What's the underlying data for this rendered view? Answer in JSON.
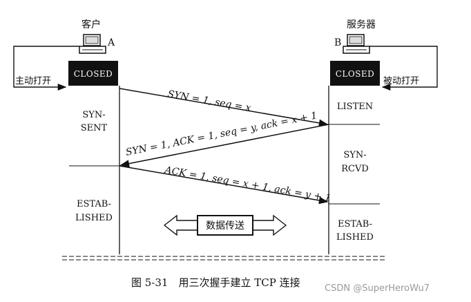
{
  "client": {
    "title": "客户",
    "host_label": "A",
    "state_box": "CLOSED",
    "open_label": "主动打开",
    "state_syn_sent": [
      "SYN-",
      "SENT"
    ],
    "state_established": [
      "ESTAB-",
      "LISHED"
    ]
  },
  "server": {
    "title": "服务器",
    "host_label": "B",
    "state_box": "CLOSED",
    "open_label": "被动打开",
    "state_listen": "LISTEN",
    "state_syn_rcvd": [
      "SYN-",
      "RCVD"
    ],
    "state_established": [
      "ESTAB-",
      "LISHED"
    ]
  },
  "messages": {
    "m1": "SYN = 1, seq = x",
    "m2": "SYN = 1, ACK = 1, seq = y, ack = x + 1",
    "m3": "ACK = 1, seq = x + 1, ack = y + 1"
  },
  "data_transfer": "数据传送",
  "caption": "图 5-31　用三次握手建立 TCP 连接",
  "watermark": "CSDN @SuperHeroWu7",
  "colors": {
    "box_fill": "#111111",
    "line": "#111111"
  }
}
